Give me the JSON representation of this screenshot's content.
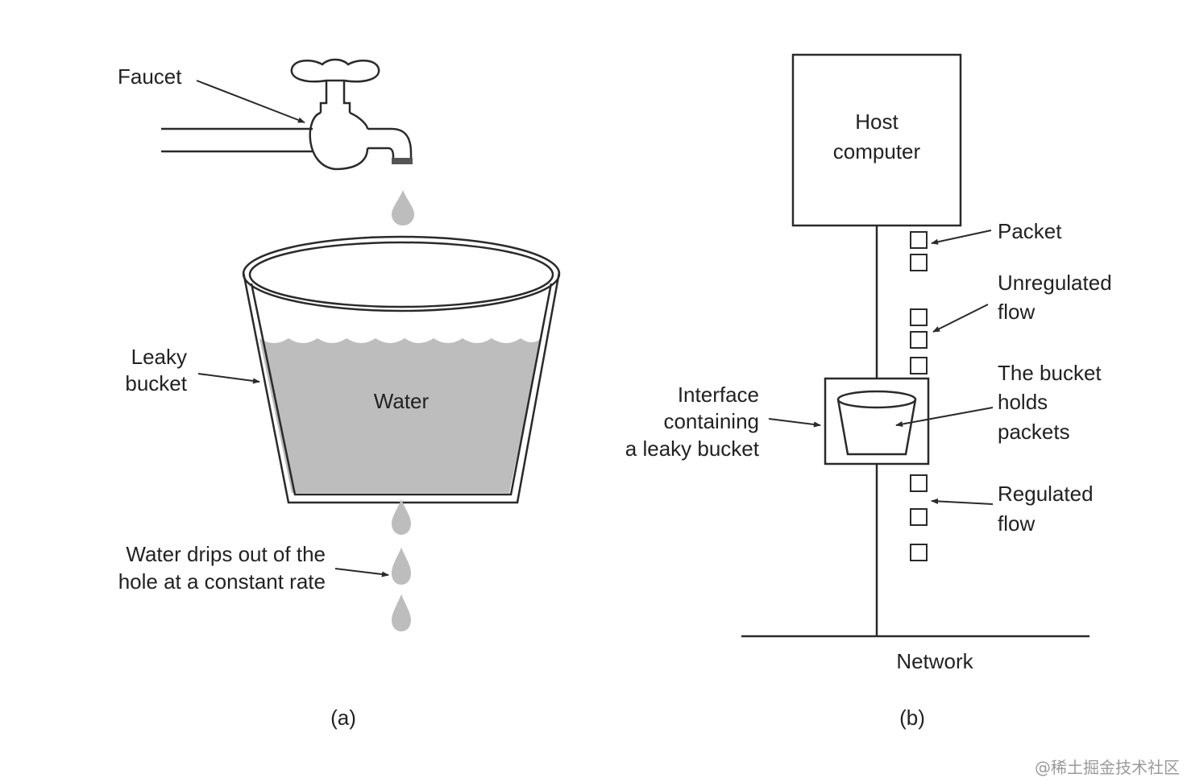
{
  "colors": {
    "line": "#2a2a2a",
    "water": "#bdbdbd",
    "drop": "#bdbdbd",
    "text": "#222222",
    "watermark": "#9a9a9a",
    "background": "#ffffff"
  },
  "panel_a": {
    "faucet_label": "Faucet",
    "bucket_label_line1": "Leaky",
    "bucket_label_line2": "bucket",
    "water_label": "Water",
    "drips_label_line1": "Water drips out of the",
    "drips_label_line2": "hole at a constant rate",
    "caption": "(a)"
  },
  "panel_b": {
    "host_line1": "Host",
    "host_line2": "computer",
    "packet_label": "Packet",
    "unregulated_line1": "Unregulated",
    "unregulated_line2": "flow",
    "bucket_holds_line1": "The bucket",
    "bucket_holds_line2": "holds",
    "bucket_holds_line3": "packets",
    "interface_line1": "Interface",
    "interface_line2": "containing",
    "interface_line3": "a leaky bucket",
    "regulated_line1": "Regulated",
    "regulated_line2": "flow",
    "network_label": "Network",
    "caption": "(b)"
  },
  "watermark": "@稀土掘金技术社区"
}
